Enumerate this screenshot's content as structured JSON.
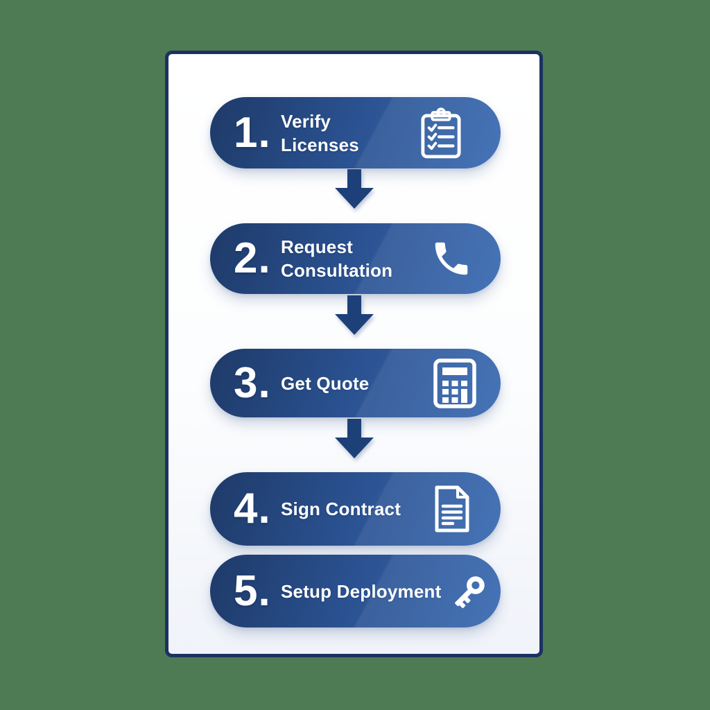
{
  "colors": {
    "bg-green": "#4e7b53",
    "card-border": "#1b3261",
    "card-bg": "#fcfdfe",
    "pill-start": "#1e3a68",
    "pill-mid": "#2a5190",
    "pill-end": "#3f6fb5",
    "arrow": "#1d4078",
    "text": "#ffffff"
  },
  "steps": [
    {
      "number": "1.",
      "label": "Verify\nLicenses",
      "icon": "clipboard-checklist-icon"
    },
    {
      "number": "2.",
      "label": "Request\nConsultation",
      "icon": "phone-icon"
    },
    {
      "number": "3.",
      "label": "Get Quote",
      "icon": "calculator-icon"
    },
    {
      "number": "4.",
      "label": "Sign Contract",
      "icon": "document-icon"
    },
    {
      "number": "5.",
      "label": "Setup Deployment",
      "icon": "key-icon"
    }
  ]
}
